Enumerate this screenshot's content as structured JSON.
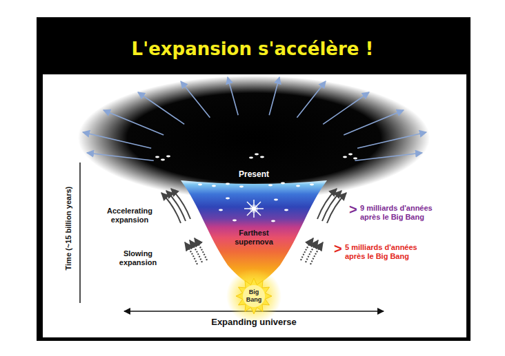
{
  "diagram": {
    "title": "L'expansion s'accélère !",
    "labels": [
      "Time (~15 billion years)",
      "Present",
      "Accelerating expansion",
      "Slowing expansion",
      "Farthest supernova",
      "Big Bang",
      ">",
      "9 milliards d'années après le Big Bang",
      ">",
      "5 milliards d'années après le Big Bang",
      "Expanding universe"
    ]
  }
}
